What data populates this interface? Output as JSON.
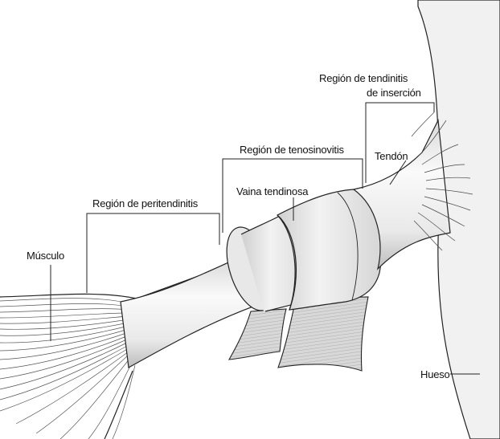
{
  "diagram": {
    "labels": {
      "musculo": "Músculo",
      "peritendinitis": "Región de peritendinitis",
      "tenosinovitis": "Región de tenosinovitis",
      "vaina": "Vaina tendinosa",
      "insercion_line1": "Región de tendinitis",
      "insercion_line2": "de inserción",
      "tendon": "Tendón",
      "hueso": "Hueso"
    },
    "colors": {
      "outline": "#222222",
      "bone_fill": "#f1f1f1",
      "tendon_fill": "#eeeeee",
      "sheath_fill": "#e2e2e2"
    }
  }
}
